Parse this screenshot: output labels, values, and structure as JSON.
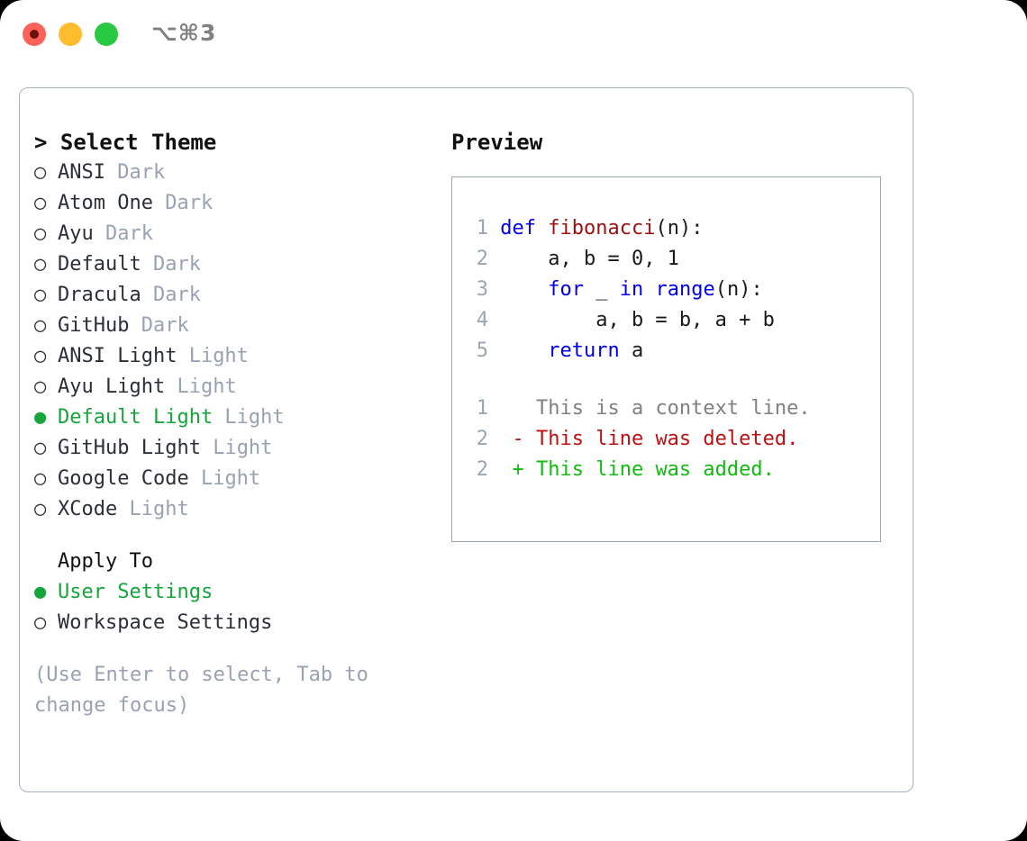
{
  "window": {
    "title": "⌥⌘3",
    "traffic_lights": [
      {
        "name": "close",
        "color": "#FF6259"
      },
      {
        "name": "minimize",
        "color": "#FFBD2E"
      },
      {
        "name": "maximize",
        "color": "#28C840"
      }
    ]
  },
  "accent": {
    "selected_green": "#16A53C",
    "muted_text": "#98A2B3",
    "border": "#A7B0BE"
  },
  "theme_picker": {
    "header": "> Select Theme",
    "bullet_on": "●",
    "bullet_off": "○",
    "items": [
      {
        "name": "ANSI",
        "tag": "Dark",
        "selected": false
      },
      {
        "name": "Atom One",
        "tag": "Dark",
        "selected": false
      },
      {
        "name": "Ayu",
        "tag": "Dark",
        "selected": false
      },
      {
        "name": "Default",
        "tag": "Dark",
        "selected": false
      },
      {
        "name": "Dracula",
        "tag": "Dark",
        "selected": false
      },
      {
        "name": "GitHub",
        "tag": "Dark",
        "selected": false
      },
      {
        "name": "ANSI Light",
        "tag": "Light",
        "selected": false
      },
      {
        "name": "Ayu Light",
        "tag": "Light",
        "selected": false
      },
      {
        "name": "Default Light",
        "tag": "Light",
        "selected": true
      },
      {
        "name": "GitHub Light",
        "tag": "Light",
        "selected": false
      },
      {
        "name": "Google Code",
        "tag": "Light",
        "selected": false
      },
      {
        "name": "XCode",
        "tag": "Light",
        "selected": false
      }
    ]
  },
  "apply_to": {
    "header": "Apply To",
    "items": [
      {
        "name": "User Settings",
        "selected": true
      },
      {
        "name": "Workspace Settings",
        "selected": false
      }
    ]
  },
  "hint": "(Use Enter to select, Tab to change focus)",
  "preview": {
    "header": "Preview",
    "code_lines": [
      {
        "no": "1",
        "tokens": [
          {
            "t": "def ",
            "c": "kw"
          },
          {
            "t": "fibonacci",
            "c": "fn"
          },
          {
            "t": "(n):",
            "c": "pl"
          }
        ]
      },
      {
        "no": "2",
        "tokens": [
          {
            "t": "    a, b = 0, 1",
            "c": "pl"
          }
        ]
      },
      {
        "no": "3",
        "tokens": [
          {
            "t": "    ",
            "c": "pl"
          },
          {
            "t": "for",
            "c": "kw"
          },
          {
            "t": " _ ",
            "c": "pl"
          },
          {
            "t": "in",
            "c": "kw"
          },
          {
            "t": " ",
            "c": "pl"
          },
          {
            "t": "range",
            "c": "kw"
          },
          {
            "t": "(n):",
            "c": "pl"
          }
        ]
      },
      {
        "no": "4",
        "tokens": [
          {
            "t": "        a, b = b, a + b",
            "c": "pl"
          }
        ]
      },
      {
        "no": "5",
        "tokens": [
          {
            "t": "    ",
            "c": "pl"
          },
          {
            "t": "return",
            "c": "kw"
          },
          {
            "t": " a",
            "c": "pl"
          }
        ]
      }
    ],
    "diff_lines": [
      {
        "no": "1",
        "text": "  This is a context line.",
        "cls": "ctx"
      },
      {
        "no": "2",
        "text": "- This line was deleted.",
        "cls": "del"
      },
      {
        "no": "2",
        "text": "+ This line was added.",
        "cls": "add"
      }
    ]
  }
}
